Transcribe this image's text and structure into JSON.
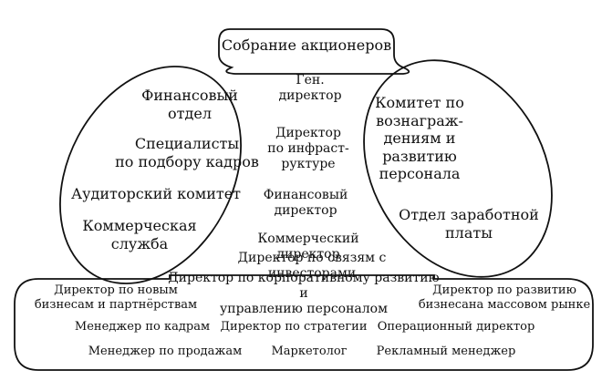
{
  "shareholders": "Собрание акционеров",
  "left_oval": {
    "items": [
      "Финансовый\nотдел",
      "Специалисты\nпо подбору кадров",
      "Аудиторский комитет",
      "Коммерческая\nслужба"
    ]
  },
  "right_oval": {
    "items": [
      "Комитет по\nвознаграж-\nдениям и\nразвитию\nперсонала",
      "Отдел заработной\nплаты"
    ]
  },
  "center": {
    "items": [
      "Ген.\nдиректор",
      "Директор\nпо инфраст-\nруктуре",
      "Финансовый\nдиректор",
      "Коммерческий директор",
      "Директор по связям с инвесторами",
      "Директор по корпоративному развитию и\nуправлению персоналом"
    ]
  },
  "bottom": {
    "items": [
      "Директор по новым\nбизнесам и партнёрствам",
      "Директор по развитию\nбизнесана массовом рынке",
      "Менеджер по кадрам",
      "Директор по стратегии",
      "Операционный директор",
      "Менеджер по продажам",
      "Маркетолог",
      "Рекламный менеджер"
    ]
  },
  "colors": {
    "line": "#111111",
    "text": "#111111",
    "background": "#ffffff"
  }
}
